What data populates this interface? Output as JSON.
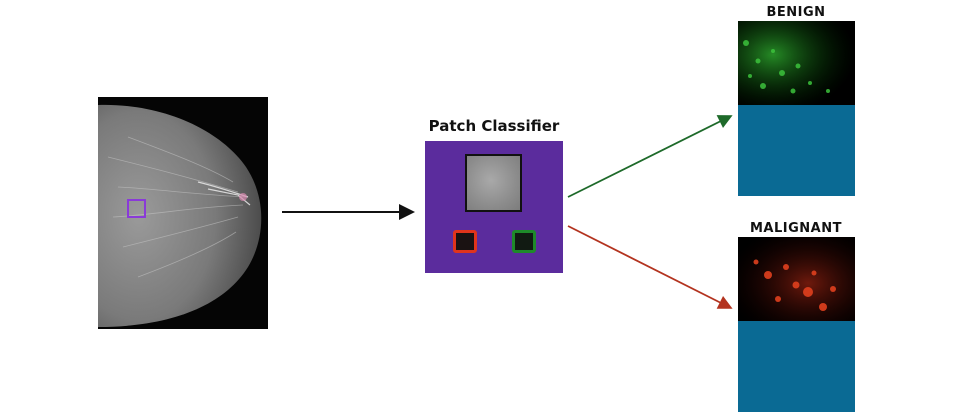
{
  "classifier": {
    "title": "Patch Classifier"
  },
  "outputs": [
    {
      "label": "BENIGN",
      "color": "#1e8a2a"
    },
    {
      "label": "MALIGNANT",
      "color": "#c0311f"
    }
  ],
  "colors": {
    "roi_box": "#8a3ad8",
    "classifier_bg": "#5b2c9d",
    "panel_blue": "#0a6a94",
    "arrow_main": "#111111",
    "arrow_benign": "#1e6a2a",
    "arrow_malignant": "#b3331f"
  }
}
